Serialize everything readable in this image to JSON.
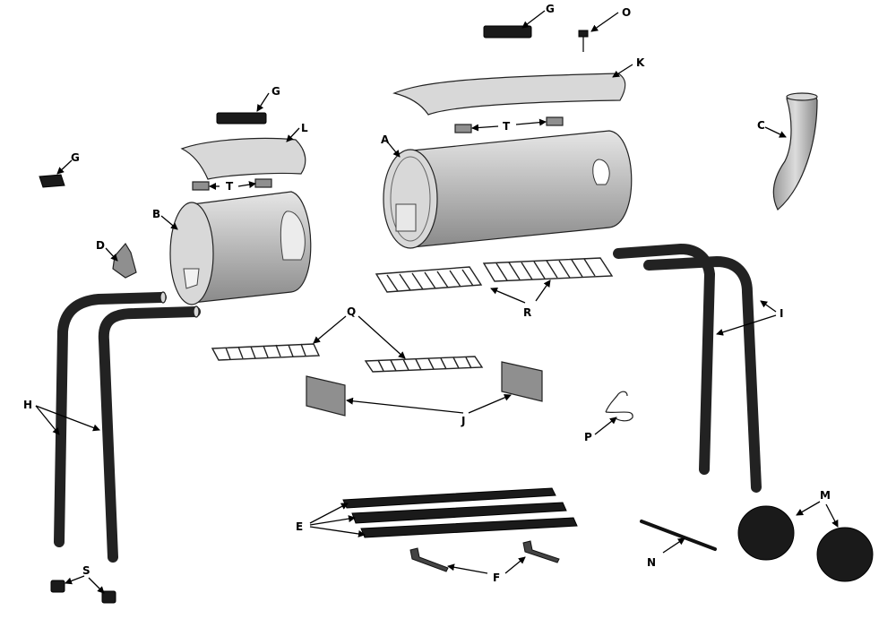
{
  "labels": {
    "A": "A",
    "B": "B",
    "C": "C",
    "D": "D",
    "E": "E",
    "F": "F",
    "G": "G",
    "H": "H",
    "I": "I",
    "J": "J",
    "K": "K",
    "L": "L",
    "M": "M",
    "N": "N",
    "O": "O",
    "P": "P",
    "Q": "Q",
    "R": "R",
    "S": "S",
    "T": "T"
  }
}
